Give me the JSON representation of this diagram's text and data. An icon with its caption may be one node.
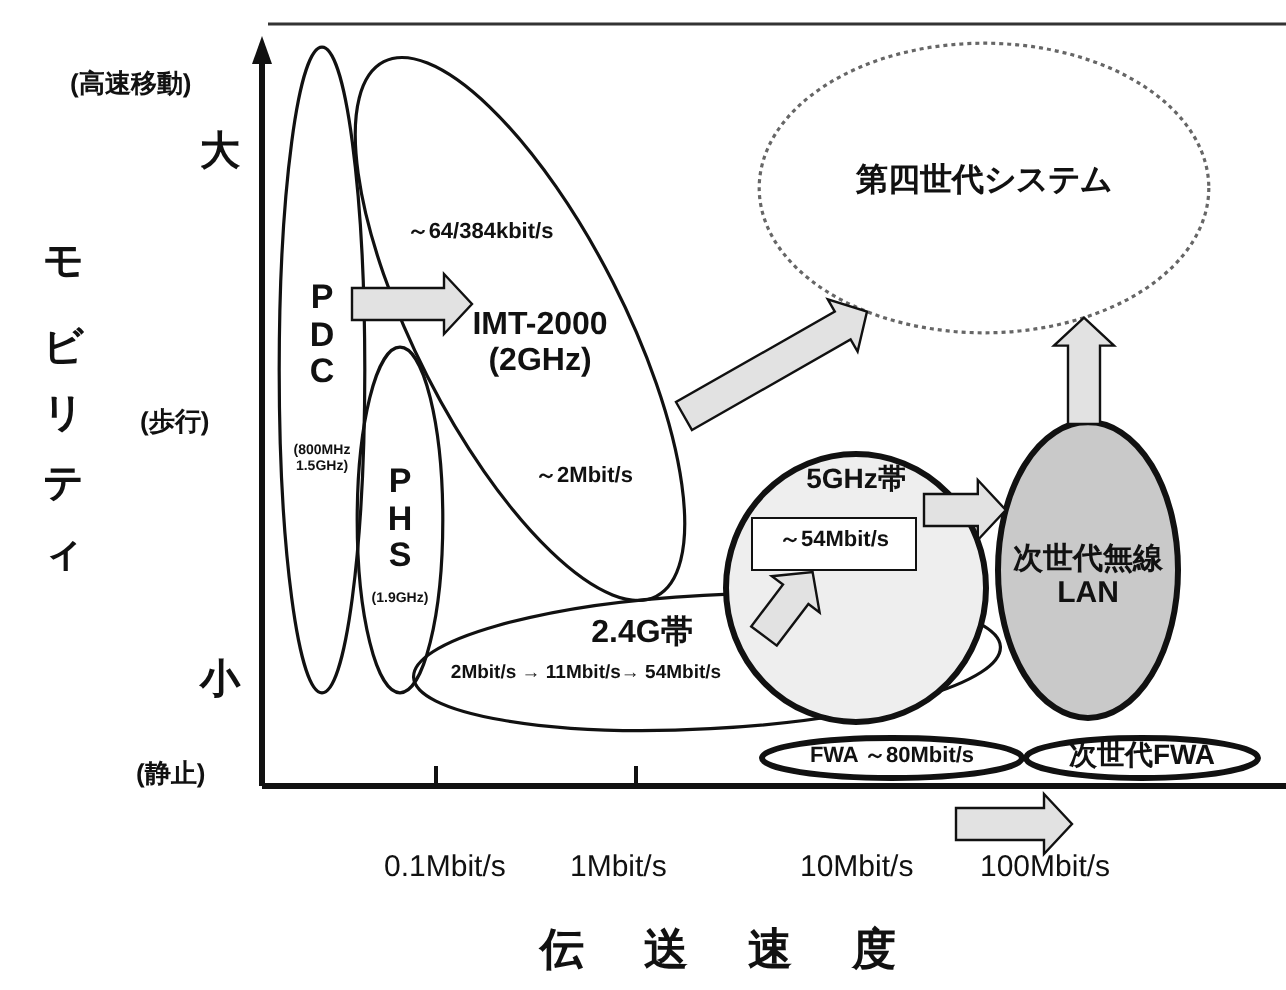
{
  "diagram": {
    "nodes": [
      {
        "text": [
          "P D C",
          "(800MHz 1.5GHz)"
        ]
      },
      {
        "text": [
          "P H S",
          "(1.9GHz)"
        ]
      },
      {
        "text": [
          "～64/384kbit/s",
          "IMT-2000 (2GHz)",
          "～2Mbit/s"
        ]
      },
      {
        "text": [
          "第四世代システム"
        ]
      },
      {
        "text": [
          "2.4G帯",
          "2Mbit/s → 11Mbit/s→ 54Mbit/s"
        ]
      },
      {
        "text": [
          "5GHz帯"
        ]
      },
      {
        "text": [
          "～54Mbit/s"
        ],
        "in": 5
      },
      {
        "text": [
          "次世代無線LAN"
        ]
      },
      {
        "text": [
          "FWA ～80Mbit/s"
        ]
      },
      {
        "text": [
          "次世代FWA"
        ]
      }
    ],
    "edges": [
      {
        "from": 0,
        "to": 2,
        "arrow": "to"
      },
      {
        "from": 2,
        "to": 3,
        "arrow": "to"
      },
      {
        "from": 4,
        "to": 6,
        "arrow": "to"
      },
      {
        "from": 5,
        "to": 7,
        "arrow": "to"
      },
      {
        "from": 7,
        "to": 3,
        "arrow": "to"
      },
      {
        "from": 8,
        "to": 9,
        "arrow": "to"
      }
    ],
    "labels": [
      "(高速移動)",
      "大",
      "モビリティ",
      "(歩行)",
      "小",
      "(静止)",
      "0.1Mbit/s",
      "1Mbit/s",
      "10Mbit/s",
      "100Mbit/s",
      "伝送速度"
    ]
  }
}
